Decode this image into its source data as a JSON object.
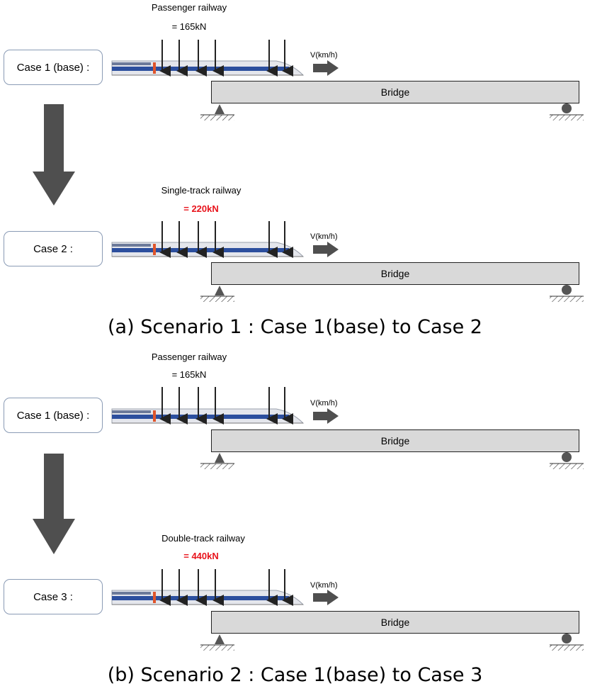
{
  "scenario_a": {
    "caption": "(a) Scenario 1 : Case 1(base) to Case 2",
    "top": {
      "case_label": "Case 1 (base) :",
      "load_title": "Passenger railway",
      "load_value": "= 165kN",
      "load_value_highlight": false,
      "speed": "V(km/h)",
      "bridge": "Bridge"
    },
    "bottom": {
      "case_label": "Case 2 :",
      "load_title": "Single-track railway",
      "load_value": "= 220kN",
      "load_value_highlight": true,
      "speed": "V(km/h)",
      "bridge": "Bridge"
    }
  },
  "scenario_b": {
    "caption": "(b) Scenario 2 : Case 1(base) to Case 3",
    "top": {
      "case_label": "Case 1 (base) :",
      "load_title": "Passenger railway",
      "load_value": "= 165kN",
      "load_value_highlight": false,
      "speed": "V(km/h)",
      "bridge": "Bridge"
    },
    "bottom": {
      "case_label": "Case 3 :",
      "load_title": "Double-track railway",
      "load_value": "= 440kN",
      "load_value_highlight": true,
      "speed": "V(km/h)",
      "bridge": "Bridge"
    }
  },
  "colors": {
    "highlight": "#e8141c",
    "arrow": "#4f4f4f",
    "bridge_fill": "#d9d9d9",
    "train_blue": "#2c4f9e"
  }
}
